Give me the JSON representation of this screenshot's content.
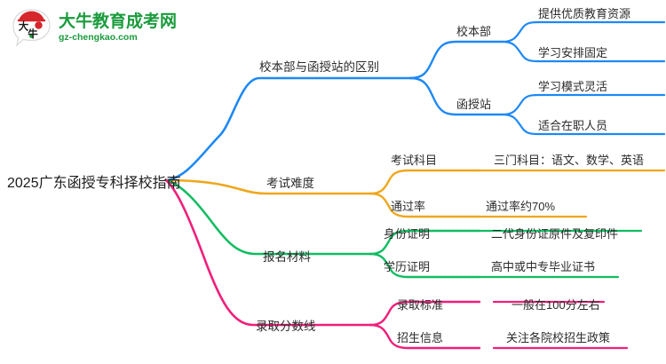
{
  "brand": {
    "logo_icon": "speech-bubble-logo",
    "name_cn": "大牛教育成考网",
    "name_en": "gz-chengkao.com",
    "color": "#1a9b3c",
    "mark_color": "#d6272c",
    "dot_color": "#1a9b3c"
  },
  "mindmap": {
    "type": "mindmap",
    "root": "2025广东函授专科择校指南",
    "branches": [
      {
        "label": "校本部与函授站的区别",
        "color": "#1e88f5",
        "children": [
          {
            "label": "校本部",
            "children": [
              {
                "label": "提供优质教育资源"
              },
              {
                "label": "学习安排固定"
              }
            ]
          },
          {
            "label": "函授站",
            "children": [
              {
                "label": "学习模式灵活"
              },
              {
                "label": "适合在职人员"
              }
            ]
          }
        ]
      },
      {
        "label": "考试难度",
        "color": "#efa71d",
        "children": [
          {
            "label": "考试科目",
            "children": [
              {
                "label": "三门科目：语文、数学、英语"
              }
            ]
          },
          {
            "label": "通过率",
            "children": [
              {
                "label": "通过率约70%"
              }
            ]
          }
        ]
      },
      {
        "label": "报名材料",
        "color": "#11bd62",
        "children": [
          {
            "label": "身份证明",
            "children": [
              {
                "label": "二代身份证原件及复印件"
              }
            ]
          },
          {
            "label": "学历证明",
            "children": [
              {
                "label": "高中或中专毕业证书"
              }
            ]
          }
        ]
      },
      {
        "label": "录取分数线",
        "color": "#f01f7a",
        "children": [
          {
            "label": "录取标准",
            "children": [
              {
                "label": "一般在100分左右"
              }
            ]
          },
          {
            "label": "招生信息",
            "children": [
              {
                "label": "关注各院校招生政策"
              }
            ]
          }
        ]
      }
    ]
  }
}
